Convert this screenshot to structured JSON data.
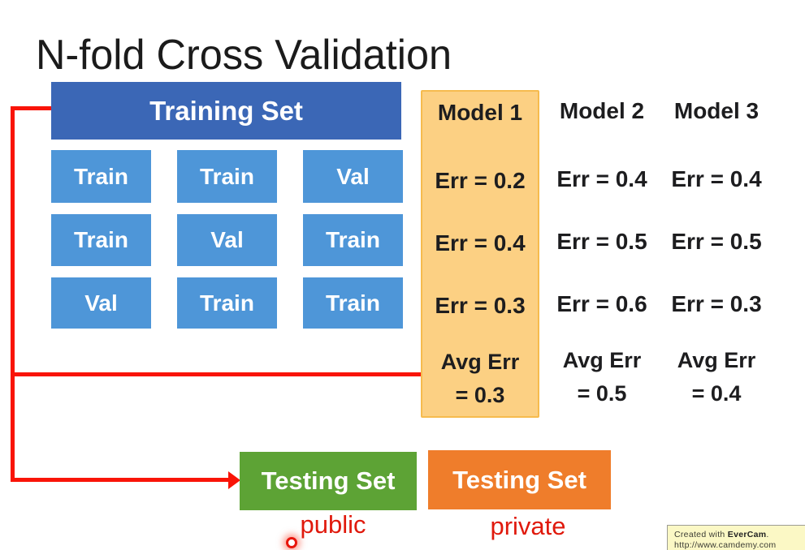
{
  "title": "N-fold Cross Validation",
  "colors": {
    "title_text": "#1b1b1b",
    "header_blue": "#3b67b6",
    "cell_blue": "#4e96d8",
    "model_text": "#1d1d1f",
    "highlight_fill": "#fcd083",
    "highlight_border": "#f6bb4e",
    "connector_red": "#f91408",
    "label_red": "#e0190c",
    "green_box": "#5da335",
    "orange_box": "#ef7d2b",
    "watermark_bg": "#fbf8c5",
    "watermark_border": "#9c9c94",
    "watermark_text": "#3c3c34"
  },
  "training": {
    "header": "Training Set",
    "grid": [
      [
        "Train",
        "Train",
        "Val"
      ],
      [
        "Train",
        "Val",
        "Train"
      ],
      [
        "Val",
        "Train",
        "Train"
      ]
    ]
  },
  "models": [
    {
      "name": "Model 1",
      "errors": [
        "Err = 0.2",
        "Err = 0.4",
        "Err = 0.3"
      ],
      "avg_line1": "Avg Err",
      "avg_line2": "= 0.3"
    },
    {
      "name": "Model 2",
      "errors": [
        "Err = 0.4",
        "Err = 0.5",
        "Err = 0.6"
      ],
      "avg_line1": "Avg Err",
      "avg_line2": "= 0.5"
    },
    {
      "name": "Model 3",
      "errors": [
        "Err = 0.4",
        "Err = 0.5",
        "Err = 0.3"
      ],
      "avg_line1": "Avg Err",
      "avg_line2": "= 0.4"
    }
  ],
  "testing": {
    "public_box_label": "Testing Set",
    "public_caption": "public",
    "private_box_label": "Testing Set",
    "private_caption": "private"
  },
  "watermark": {
    "prefix": "Created with ",
    "brand": "EverCam",
    "suffix": ".",
    "line2": "http://www.camdemy.com"
  }
}
